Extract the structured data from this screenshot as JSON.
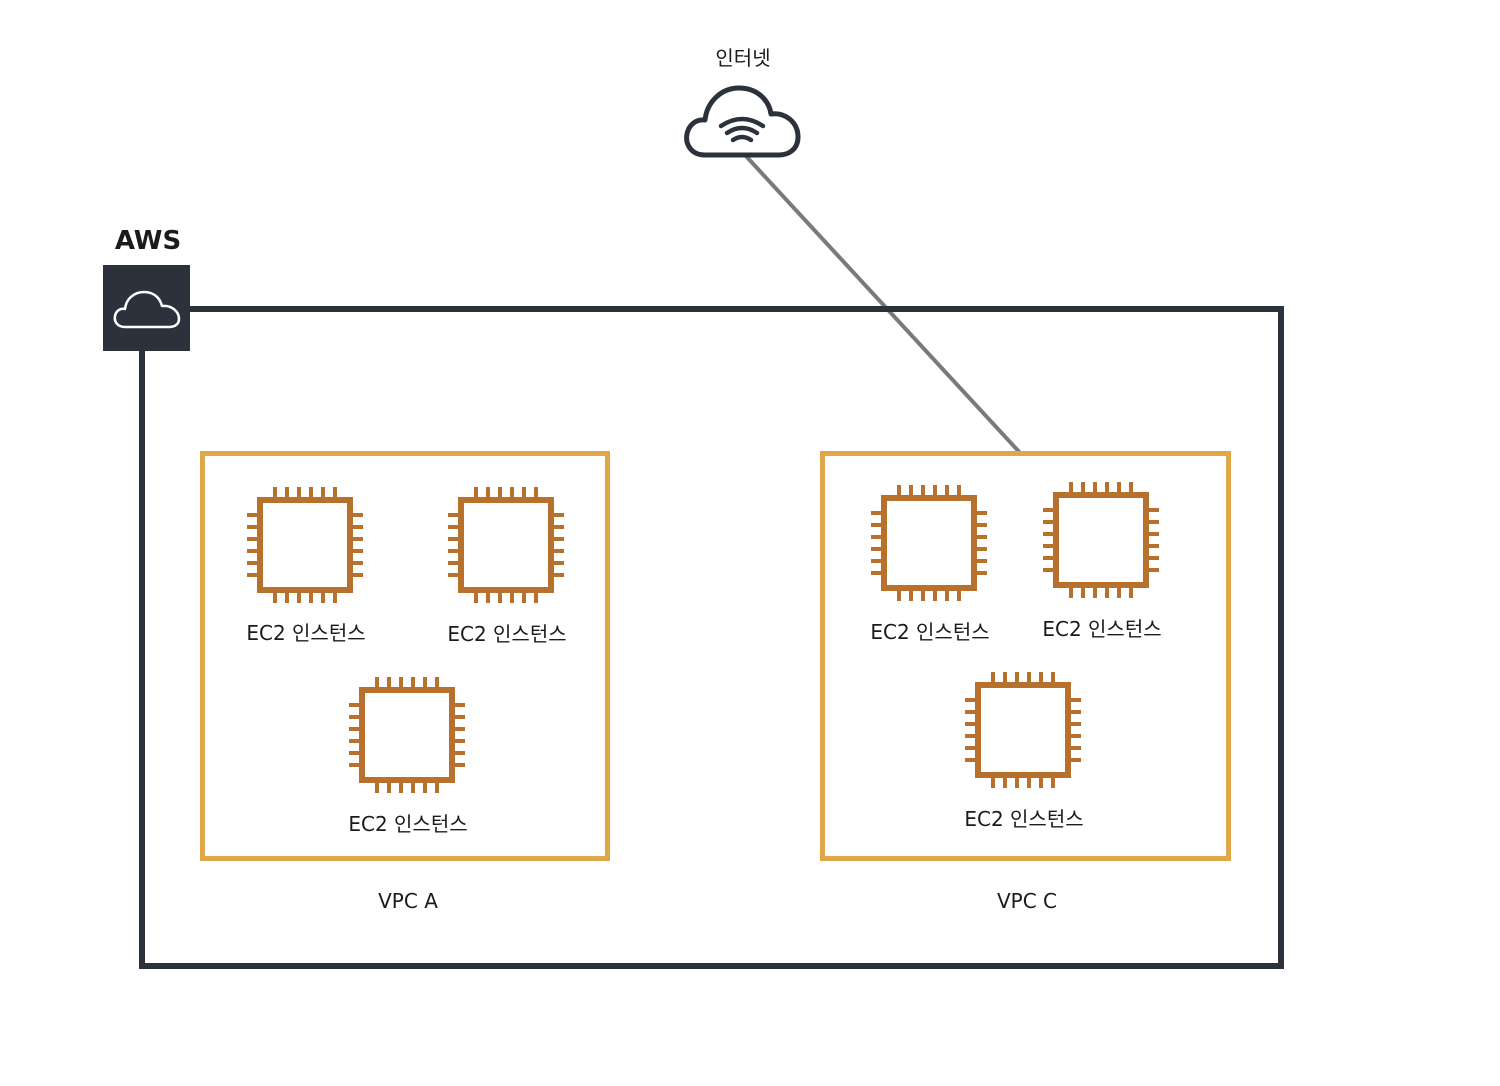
{
  "internet": {
    "label": "인터넷",
    "icon": "internet-cloud-icon"
  },
  "aws": {
    "label": "AWS",
    "icon": "aws-cloud-icon",
    "color": "#2b323c"
  },
  "vpcs": [
    {
      "label": "VPC A",
      "border_color": "#e0a748",
      "instances": [
        {
          "label": "EC2 인스턴스",
          "icon": "ec2-chip-icon"
        },
        {
          "label": "EC2 인스턴스",
          "icon": "ec2-chip-icon"
        },
        {
          "label": "EC2 인스턴스",
          "icon": "ec2-chip-icon"
        }
      ]
    },
    {
      "label": "VPC C",
      "border_color": "#e0a748",
      "instances": [
        {
          "label": "EC2 인스턴스",
          "icon": "ec2-chip-icon"
        },
        {
          "label": "EC2 인스턴스",
          "icon": "ec2-chip-icon"
        },
        {
          "label": "EC2 인스턴스",
          "icon": "ec2-chip-icon"
        }
      ]
    }
  ],
  "connections": [
    {
      "from": "인터넷",
      "to": "VPC C"
    }
  ],
  "colors": {
    "chip": "#b8702d",
    "line": "#7a7a7a",
    "cloud_outline": "#2b323c"
  }
}
